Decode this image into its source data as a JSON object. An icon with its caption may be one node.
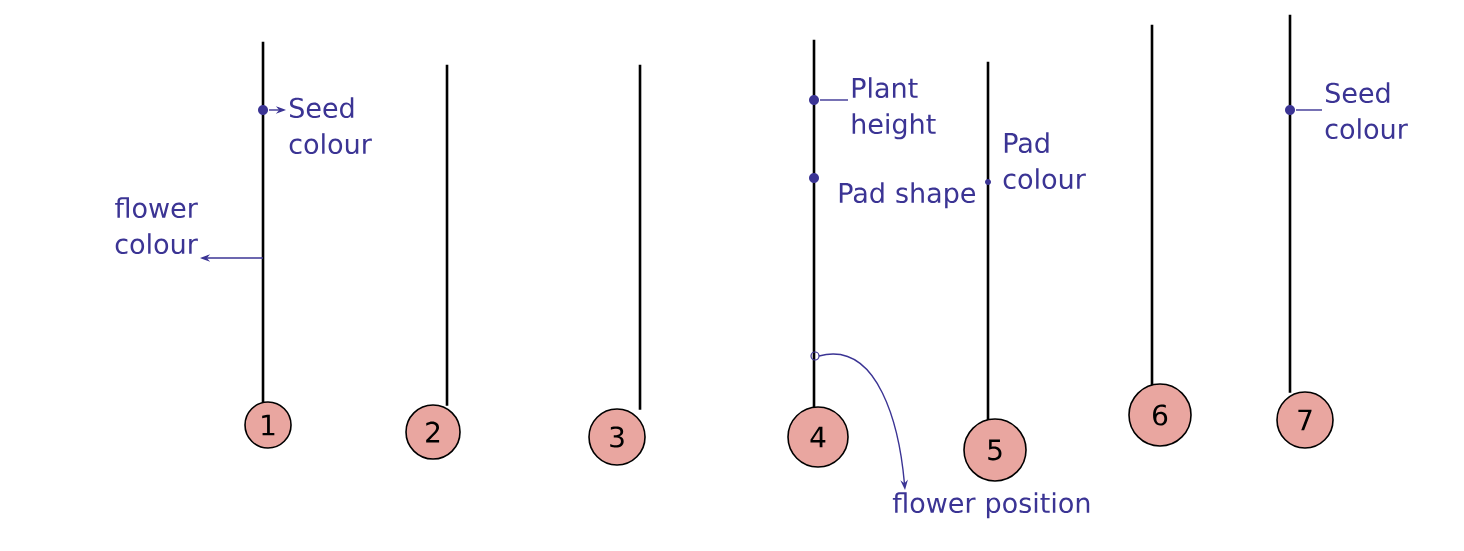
{
  "diagram": {
    "nodes": [
      {
        "text": [
          "Seed colour"
        ]
      },
      {
        "text": [
          "Plant height"
        ]
      },
      {
        "text": [
          "Seed colour"
        ]
      },
      {
        "text": [
          "flower colour"
        ]
      },
      {
        "text": [
          "flower position"
        ]
      },
      {
        "text": [],
        "shape": "bar"
      },
      {
        "text": [],
        "shape": "bar"
      },
      {
        "text": [],
        "shape": "bar"
      },
      {
        "text": [],
        "shape": "bar"
      },
      {
        "text": [],
        "shape": "bar"
      },
      {
        "text": [],
        "shape": "bar"
      },
      {
        "text": [],
        "shape": "bar"
      },
      {
        "text": [
          "1"
        ]
      },
      {
        "text": [
          "2"
        ]
      },
      {
        "text": [
          "3"
        ]
      },
      {
        "text": [
          "4"
        ]
      },
      {
        "text": [
          "5"
        ]
      },
      {
        "text": [
          "6"
        ]
      },
      {
        "text": [
          "7"
        ]
      }
    ],
    "edges": [
      {
        "from": 5,
        "to": 0,
        "arrow": "to"
      },
      {
        "from": 5,
        "to": 3,
        "arrow": "to"
      },
      {
        "from": 1,
        "to": 8,
        "arrow": "none"
      },
      {
        "from": 2,
        "to": 11,
        "arrow": "none"
      },
      {
        "from": 8,
        "to": 4,
        "arrow": "to"
      }
    ],
    "labels": [
      "Pad shape",
      "Pad colour"
    ]
  }
}
